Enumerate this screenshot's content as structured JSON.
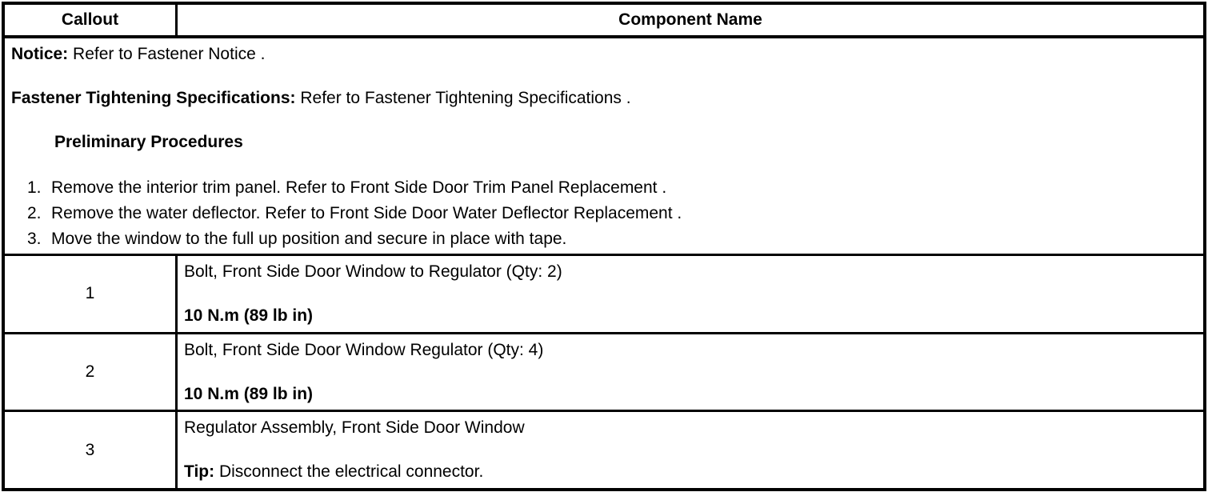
{
  "header": {
    "callout": "Callout",
    "component": "Component Name"
  },
  "notice": {
    "notice_label": "Notice:",
    "notice_prefix": " Refer to ",
    "notice_link": "Fastener Notice",
    "notice_suffix": " .",
    "fastener_label": "Fastener Tightening Specifications:",
    "fastener_prefix": " Refer to ",
    "fastener_link": "Fastener Tightening Specifications",
    "fastener_suffix": " .",
    "preliminary_heading": "Preliminary Procedures",
    "steps": [
      {
        "num": "1.",
        "text": "Remove the interior trim panel. Refer to ",
        "link": "Front Side Door Trim Panel Replacement",
        "suffix": " ."
      },
      {
        "num": "2.",
        "text": "Remove the water deflector. Refer to ",
        "link": "Front Side Door Water Deflector Replacement",
        "suffix": " ."
      },
      {
        "num": "3.",
        "text": "Move the window to the full up position and secure in place with tape.",
        "link": "",
        "suffix": ""
      }
    ]
  },
  "rows": [
    {
      "callout": "1",
      "name": "Bolt, Front Side Door Window to Regulator (Qty: 2)",
      "spec": "10 N.m (89 lb in)"
    },
    {
      "callout": "2",
      "name": "Bolt, Front Side Door Window Regulator (Qty: 4)",
      "spec": "10 N.m (89 lb in)"
    },
    {
      "callout": "3",
      "name": "Regulator Assembly, Front Side Door Window",
      "tip_label": "Tip:",
      "tip_text": " Disconnect the electrical connector."
    }
  ],
  "colors": {
    "border": "#000000",
    "text": "#000000",
    "background": "#ffffff"
  }
}
